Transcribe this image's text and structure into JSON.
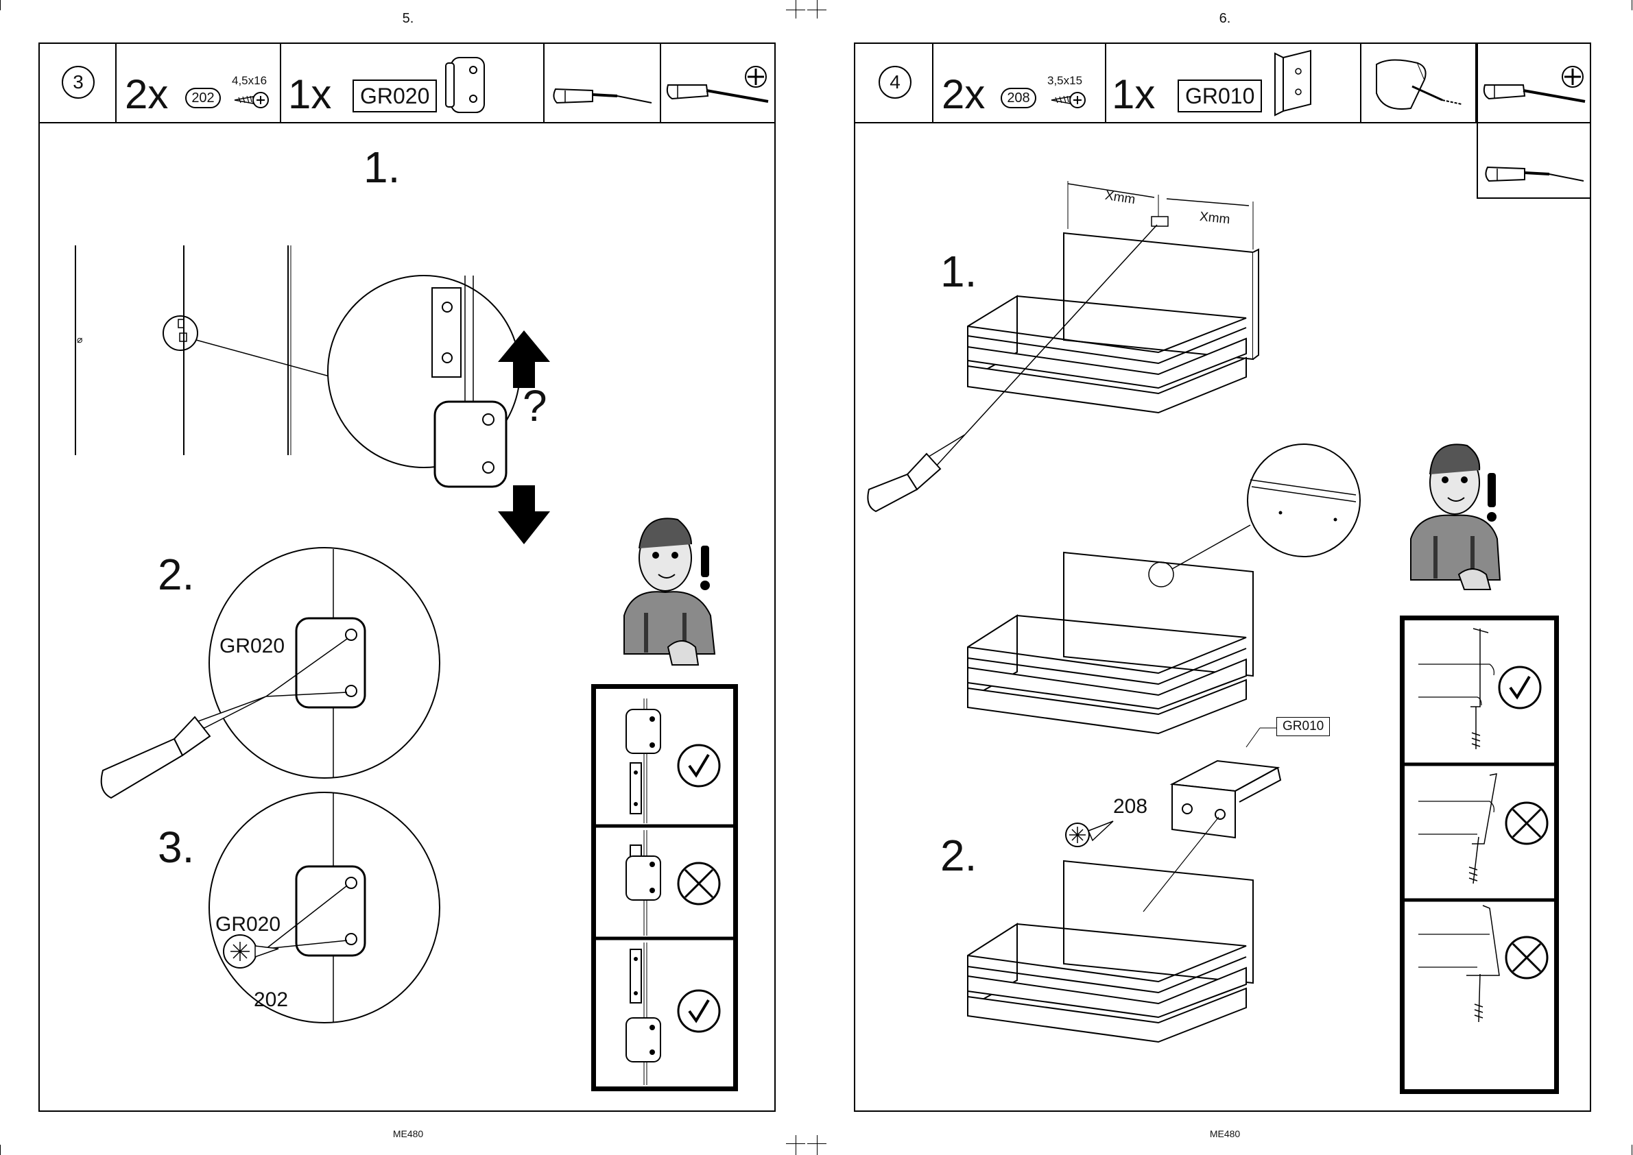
{
  "pages": [
    {
      "page_number": "5.",
      "footer_code": "ME480",
      "header": {
        "step_number": "3",
        "screw_quantity": "2x",
        "screw_code": "202",
        "screw_size": "4,5x16",
        "part_quantity": "1x",
        "part_code": "GR020",
        "tools": [
          "flat-screwdriver-icon",
          "phillips-screwdriver-icon"
        ]
      },
      "substeps": [
        {
          "label": "1.",
          "note": "?"
        },
        {
          "label": "2.",
          "part_label": "GR020"
        },
        {
          "label": "3.",
          "part_label": "GR020",
          "screw_label": "202"
        }
      ],
      "check_panel": [
        "correct",
        "incorrect",
        "correct"
      ]
    },
    {
      "page_number": "6.",
      "footer_code": "ME480",
      "header": {
        "step_number": "4",
        "screw_quantity": "2x",
        "screw_code": "208",
        "screw_size": "3,5x15",
        "part_quantity": "1x",
        "part_code": "GR010",
        "tools": [
          "drill-icon",
          "phillips-screwdriver-icon",
          "flat-screwdriver-icon"
        ]
      },
      "substeps": [
        {
          "label": "1.",
          "dimension_left": "Xmm",
          "dimension_right": "Xmm"
        },
        {
          "label": "2.",
          "part_callout": "GR010",
          "screw_label": "208"
        }
      ],
      "check_panel": [
        "correct",
        "incorrect",
        "incorrect"
      ]
    }
  ]
}
